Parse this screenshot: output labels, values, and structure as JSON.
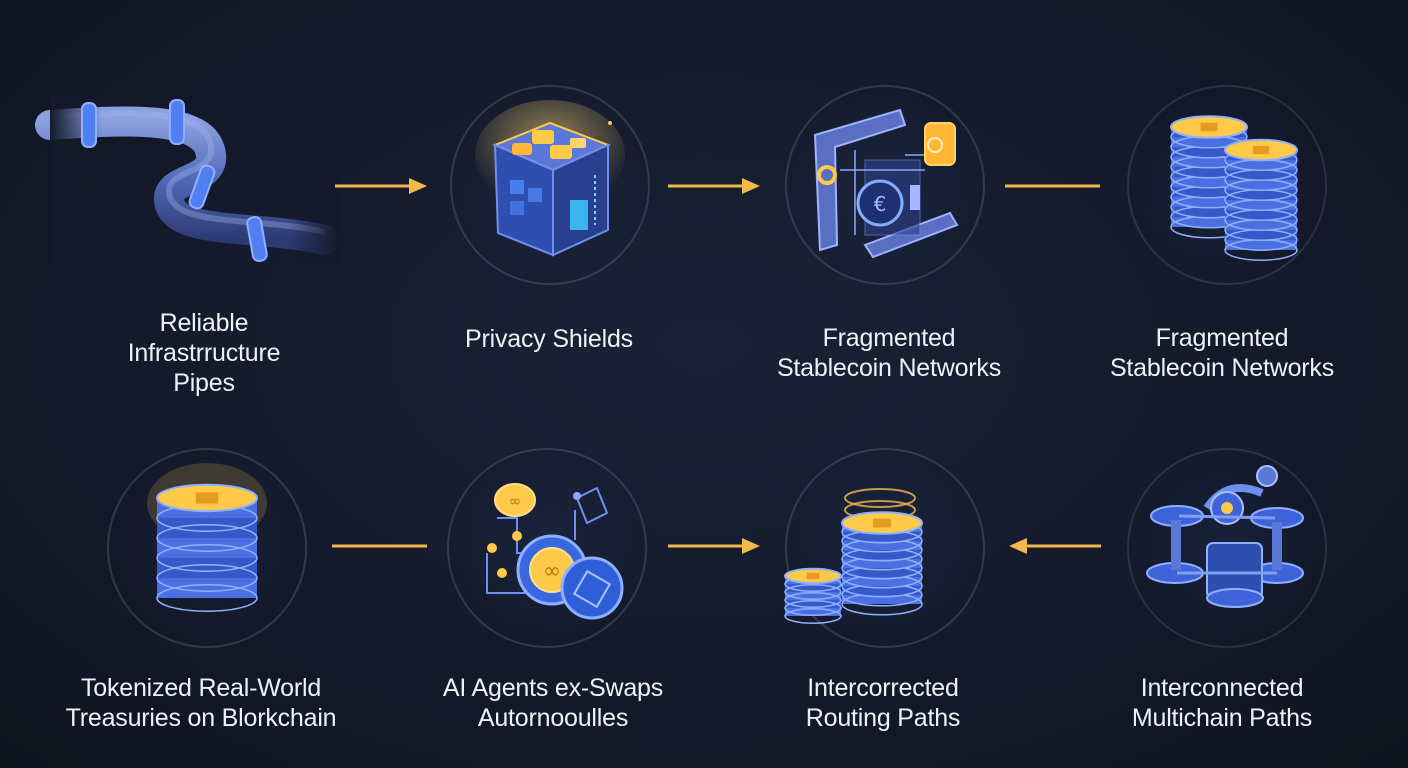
{
  "colors": {
    "background": "#141a2b",
    "accent_gold": "#f2b84b",
    "coin_blue": "#3e63d9",
    "coin_gold": "#ffc94a",
    "label_text": "#eef1f7"
  },
  "steps": [
    {
      "icon": "pipes-icon",
      "lines": [
        "Reliable",
        "Infrastrructure",
        "Pipes"
      ]
    },
    {
      "icon": "privacy-cube-icon",
      "lines": [
        "Privacy Shields"
      ]
    },
    {
      "icon": "circuit-coin-icon",
      "lines": [
        "Fragmented",
        "Stablecoin Networks"
      ]
    },
    {
      "icon": "coin-stacks-icon",
      "lines": [
        "Fragmented",
        "Stablecoin Networks"
      ]
    },
    {
      "icon": "coin-tower-icon",
      "lines": [
        "Tokenized Real-World",
        "Treasuries on Blorkchain"
      ]
    },
    {
      "icon": "ai-agent-coins-icon",
      "lines": [
        "AI Agents ex-Swaps",
        "Autornooulles"
      ]
    },
    {
      "icon": "routing-stack-icon",
      "lines": [
        "Intercorrected",
        "Routing Paths"
      ]
    },
    {
      "icon": "multichain-nodes-icon",
      "lines": [
        "Interconnected",
        "Multichain Paths"
      ]
    }
  ],
  "connectors": [
    {
      "from": "step-1",
      "to": "step-2",
      "style": "arrow-right"
    },
    {
      "from": "step-2",
      "to": "step-3",
      "style": "arrow-right"
    },
    {
      "from": "step-3",
      "to": "step-4",
      "style": "line"
    },
    {
      "from": "step-5",
      "to": "step-6",
      "style": "line"
    },
    {
      "from": "step-6",
      "to": "step-7",
      "style": "arrow-right"
    },
    {
      "from": "step-8",
      "to": "step-7",
      "style": "arrow-left"
    }
  ]
}
